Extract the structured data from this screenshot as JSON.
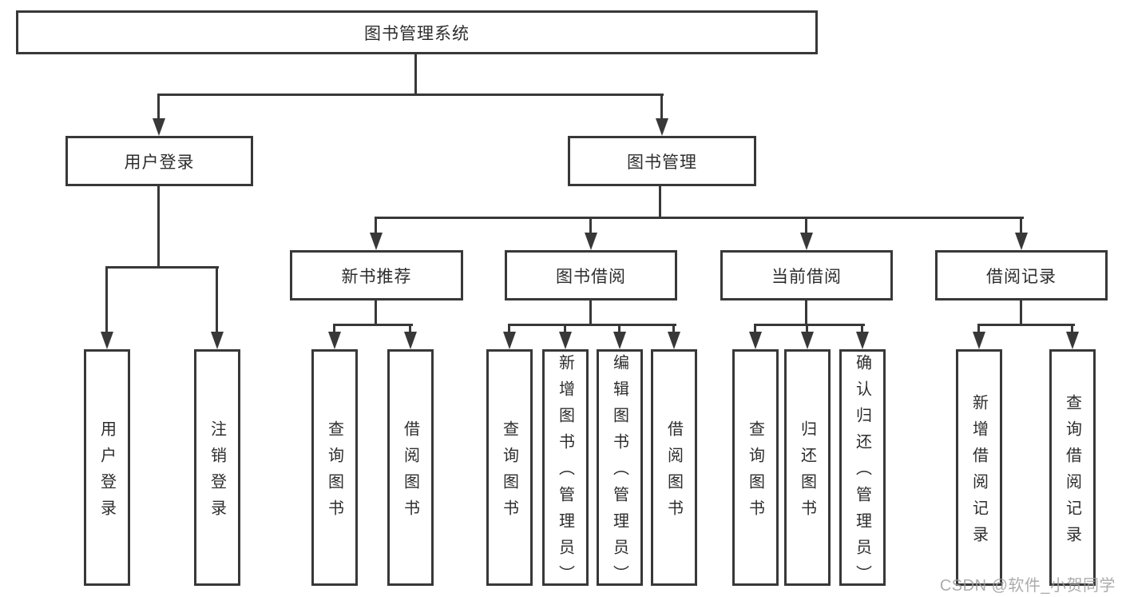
{
  "diagram": {
    "root_label": "图书管理系统",
    "branches": [
      {
        "label": "用户登录",
        "children": [
          "用户登录",
          "注销登录"
        ]
      },
      {
        "label": "图书管理",
        "sections": [
          {
            "label": "新书推荐",
            "children": [
              "查询图书",
              "借阅图书"
            ]
          },
          {
            "label": "图书借阅",
            "children": [
              "查询图书",
              "新增图书（管理员）",
              "编辑图书（管理员）",
              "借阅图书"
            ]
          },
          {
            "label": "当前借阅",
            "children": [
              "查询图书",
              "归还图书",
              "确认归还（管理员）"
            ]
          },
          {
            "label": "借阅记录",
            "children": [
              "新增借阅记录",
              "查询借阅记录"
            ]
          }
        ]
      }
    ]
  },
  "watermark": "CSDN @软件_小贺同学",
  "colors": {
    "line": "#383838",
    "text": "#2d2d2d",
    "watermark": "#9e9e9e",
    "background": "#ffffff"
  }
}
